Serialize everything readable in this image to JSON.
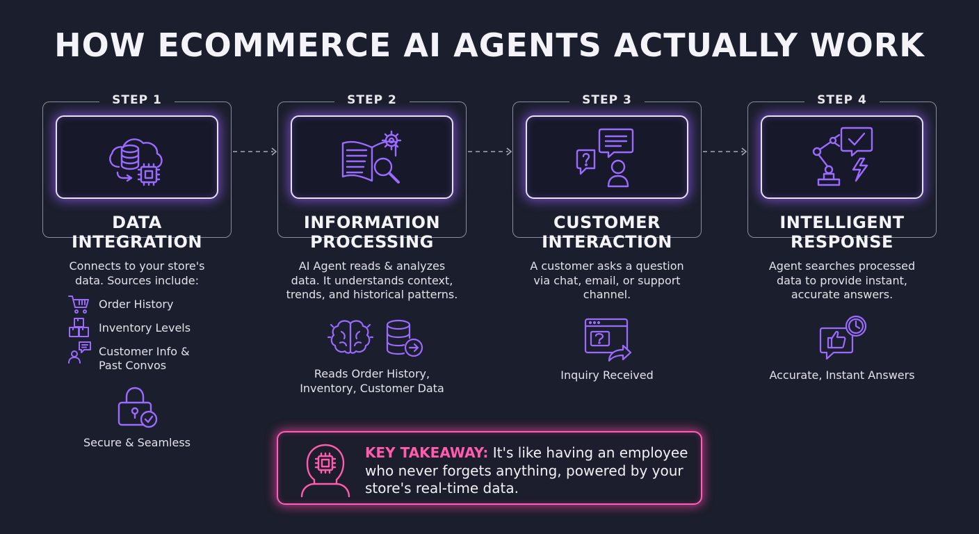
{
  "title": "HOW ECOMMERCE AI AGENTS ACTUALLY WORK",
  "colors": {
    "background": "#1b1e2c",
    "accent_purple": "#9b5fff",
    "accent_pink": "#ff5cae",
    "text": "#f4f4f8"
  },
  "steps": [
    {
      "label": "STEP 1",
      "heading_line1": "DATA",
      "heading_line2": "INTEGRATION",
      "desc_line1": "Connects to your store's",
      "desc_line2": "data. Sources include:",
      "icon": "cloud-database-chip-icon",
      "sources": [
        {
          "label": "Order History",
          "icon": "shopping-cart-icon"
        },
        {
          "label": "Inventory Levels",
          "icon": "boxes-icon"
        },
        {
          "label_line1": "Customer Info &",
          "label_line2": "Past Convos",
          "icon": "customer-chat-icon"
        }
      ],
      "caption": "Secure & Seamless",
      "caption_icon": "padlock-check-icon"
    },
    {
      "label": "STEP 2",
      "heading_line1": "INFORMATION",
      "heading_line2": "PROCESSING",
      "desc_line1": "AI Agent reads & analyzes",
      "desc_line2": "data. It understands context,",
      "desc_line3": "trends, and historical patterns.",
      "icon": "book-gear-magnifier-icon",
      "caption_line1": "Reads Order History,",
      "caption_line2": "Inventory, Customer Data",
      "caption_icons": [
        "brain-icon",
        "database-arrow-icon"
      ]
    },
    {
      "label": "STEP 3",
      "heading_line1": "CUSTOMER",
      "heading_line2": "INTERACTION",
      "desc_line1": "A customer asks a question",
      "desc_line2": "via chat, email, or support",
      "desc_line3": "channel.",
      "icon": "chat-bubbles-person-icon",
      "caption": "Inquiry Received",
      "caption_icon": "inquiry-window-icon"
    },
    {
      "label": "STEP 4",
      "heading_line1": "INTELLIGENT",
      "heading_line2": "RESPONSE",
      "desc_line1": "Agent searches processed",
      "desc_line2": "data to provide instant,",
      "desc_line3": "accurate answers.",
      "icon": "robot-arm-check-icon",
      "caption": "Accurate, Instant Answers",
      "caption_icon": "thumbs-up-clock-icon"
    }
  ],
  "takeaway": {
    "key": "KEY TAKEAWAY:",
    "line1": "It's like having an employee",
    "line2": "who never forgets anything, powered by your",
    "line3": "store's real-time data.",
    "icon": "ai-head-chip-icon"
  }
}
